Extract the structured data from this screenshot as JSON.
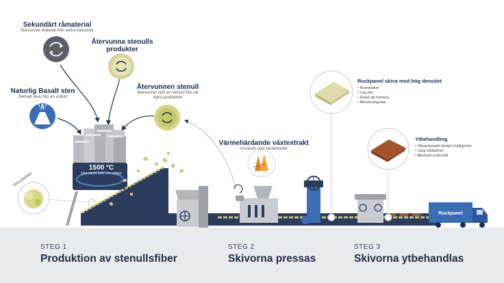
{
  "sources": {
    "secondary": {
      "title": "Sekundärt råmaterial",
      "subtitle": "Återvunnet material från andra industrier"
    },
    "recycled_products": {
      "title": "Återvunna stenulls produkter"
    },
    "basalt": {
      "title": "Naturlig Basalt sten",
      "subtitle": "Stelnad lava från en vulkan"
    },
    "recycled_wool": {
      "title": "Återvunnen stenull",
      "subtitle": "Återvunnet spill av stenull från vår egna produktion"
    }
  },
  "furnace": {
    "temperature": "1500 °C",
    "note": "Lika varmt som i en vulkan"
  },
  "fiber_label": "Stenullsfiber",
  "binder": {
    "title": "Värmehärdande växtextrakt",
    "subtitle": "Används som bindemedel"
  },
  "board": {
    "title": "Rockpanel skiva med hög densitet",
    "bullets": [
      "Brandsäker",
      "Låg vikt",
      "Enkel att montera",
      "Återvinningsbar"
    ]
  },
  "surface": {
    "title": "Ytbehandling",
    "bullets": [
      "Obegränsade design möjligheter",
      "Lång hållbarhet",
      "Minimalt underhåll"
    ]
  },
  "truck_brand": "Rockpanel",
  "steps": [
    {
      "kicker": "STEG 1",
      "name": "Produktion av stenullsfiber"
    },
    {
      "kicker": "STEG 2",
      "name": "Skivorna pressas"
    },
    {
      "kicker": "STEG 3",
      "name": "Skivorna ytbehandlas"
    }
  ],
  "colors": {
    "navy": "#1f2d48",
    "blue": "#3a6db5",
    "grey": "#a9abb0",
    "yellow": "#c8c87a",
    "copper": "#a2542e"
  }
}
